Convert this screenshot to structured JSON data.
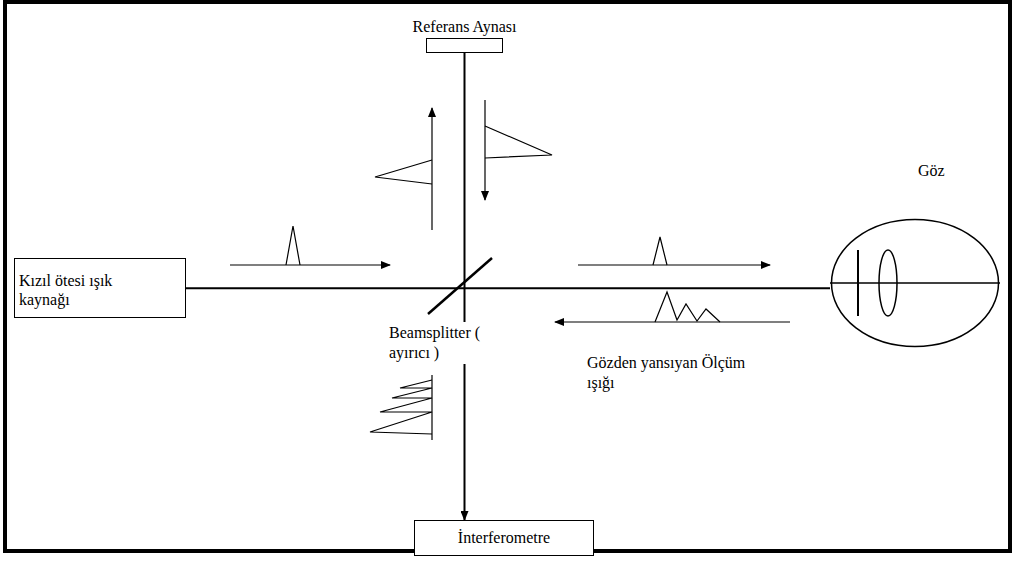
{
  "diagram": {
    "nodes": [
      {
        "text": [
          "Referans Aynası"
        ]
      },
      {
        "text": [
          "Kızıl ötesi ışık kaynağı"
        ]
      },
      {
        "text": [
          "Göz"
        ]
      },
      {
        "text": [
          "İnterferometre"
        ]
      }
    ],
    "edges": [
      {
        "from": 1,
        "to": 2,
        "arrow": "none"
      },
      {
        "from": 0,
        "to": 3,
        "arrow": "to"
      }
    ],
    "labels": [
      "Beamsplitter ( ayırıcı )",
      "Gözden yansıyan Ölçüm ışığı"
    ]
  }
}
